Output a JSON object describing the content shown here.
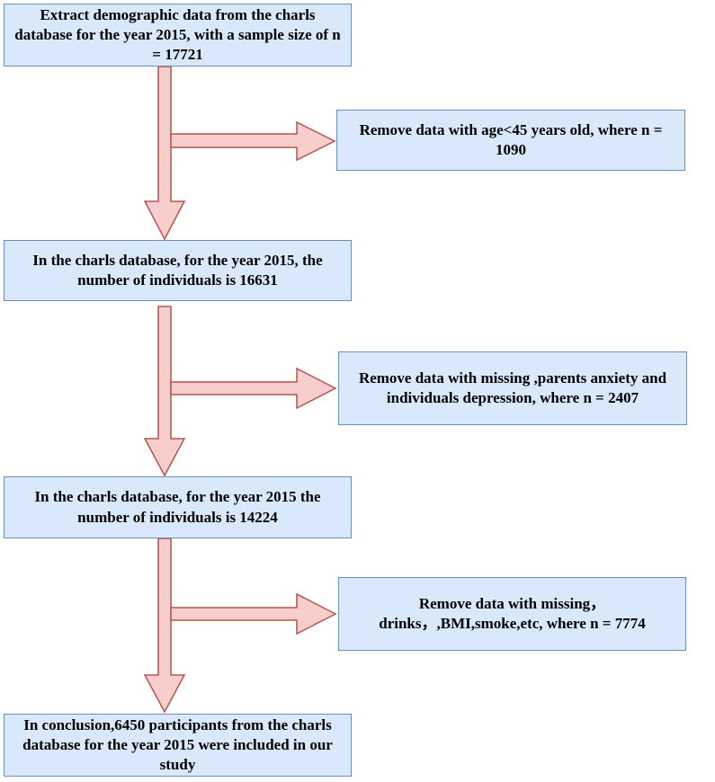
{
  "flow": {
    "steps": [
      {
        "text": "Extract demographic data from the charls database for the year 2015, with a sample size of  n = 17721"
      },
      {
        "text": "In the charls database, for the year 2015, the number of individuals is 16631"
      },
      {
        "text": "In the charls database, for the year 2015 the number of individuals  is 14224"
      },
      {
        "text": "In conclusion,6450 participants from the charls database for the year 2015 were included in our study"
      }
    ],
    "exclusions": [
      {
        "text": "Remove data with age<45 years old, where n = 1090"
      },
      {
        "text": "Remove data with missing ,parents anxiety and individuals depression, where n = 2407"
      },
      {
        "text": "Remove data with missing， drinks，,BMI,smoke,etc, where n = 7774"
      }
    ]
  },
  "colors": {
    "box_fill": "#dae8fc",
    "box_border": "#6c8ebf",
    "arrow_fill": "#f8cecc",
    "arrow_border": "#b85450"
  }
}
